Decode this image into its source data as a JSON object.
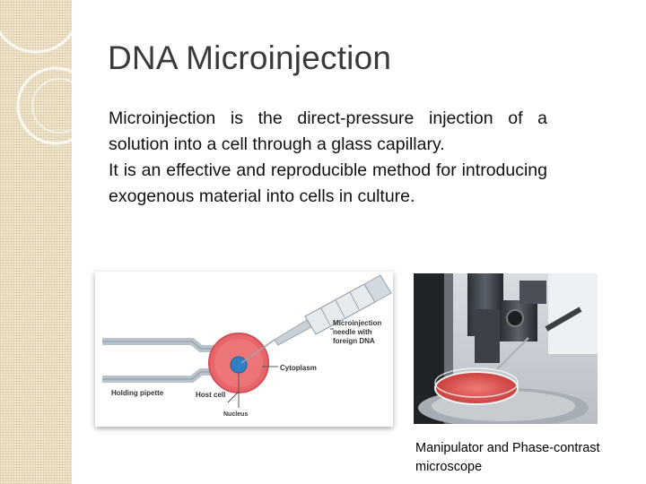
{
  "slide": {
    "title": "DNA Microinjection",
    "paragraph_1": "Microinjection is the direct-pressure injection of a solution into a cell through a glass capillary.",
    "paragraph_2": "It is an effective and reproducible method for introducing exogenous material into cells in culture."
  },
  "diagram": {
    "labels": {
      "needle": [
        "Microinjection",
        "needle with",
        "foreign DNA"
      ],
      "cytoplasm": "Cytoplasm",
      "holding_pipette": "Holding pipette",
      "host_cell": "Host cell",
      "nucleus": "Nucleus"
    }
  },
  "photo": {
    "caption": "Manipulator and Phase-contrast microscope"
  },
  "colors": {
    "side_panel": "#f2e7cf",
    "cell": "#e8666a",
    "nucleus": "#2f7fc4",
    "dish_medium": "#e0514f"
  }
}
